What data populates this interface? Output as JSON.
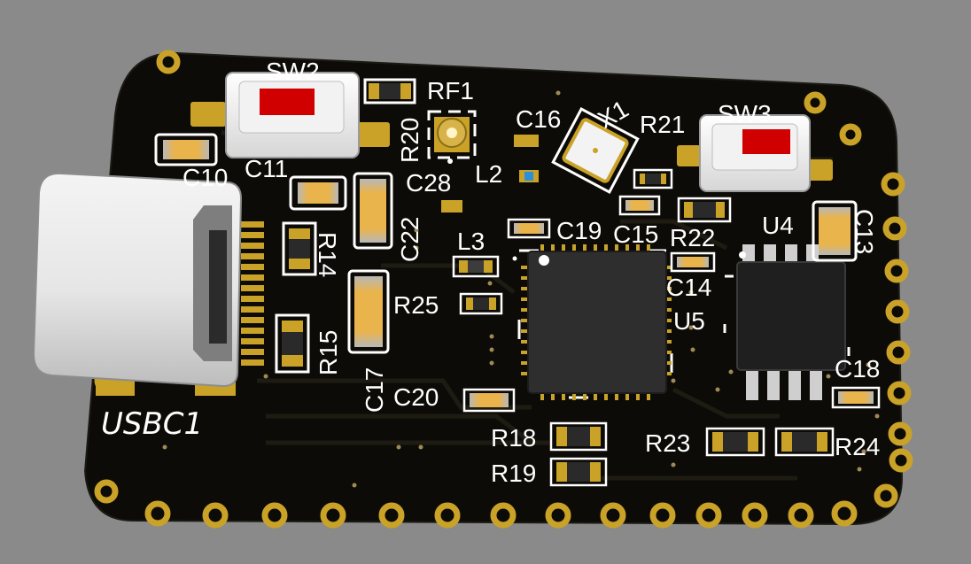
{
  "board": {
    "colors": {
      "background": "#8a8a8a",
      "solder_mask": "#0d0b07",
      "pad_gold": "#c9a227",
      "silkscreen": "#ffffff",
      "switch_actuator": "#d00000",
      "ic_body": "#2e2e2e"
    }
  },
  "labels": {
    "sw2": "SW2",
    "sw3": "SW3",
    "rf1": "RF1",
    "r20": "R20",
    "c16": "C16",
    "x1": "X1",
    "r21": "R21",
    "c10": "C10",
    "c11": "C11",
    "c28": "C28",
    "l2": "L2",
    "c22": "C22",
    "r14": "R14",
    "l3": "L3",
    "c19": "C19",
    "c15": "C15",
    "r22": "R22",
    "u4": "U4",
    "c13": "C13",
    "c14": "C14",
    "r25": "R25",
    "u5": "U5",
    "r15": "R15",
    "c17": "C17",
    "c20": "C20",
    "c18": "C18",
    "usbc1": "USBC1",
    "r18": "R18",
    "r19": "R19",
    "r23": "R23",
    "r24": "R24"
  }
}
